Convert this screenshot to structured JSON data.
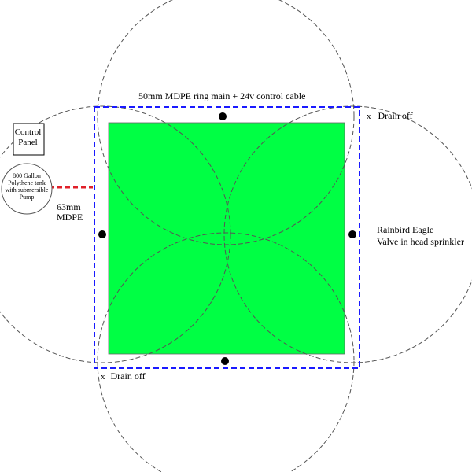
{
  "title": "50mm MDPE ring main + 24v control cable",
  "control_panel": {
    "line1": "Control",
    "line2": "Panel"
  },
  "tank": {
    "line1": "800 Gallon",
    "line2": "Polythene tank",
    "line3": "with submersible",
    "line4": "Pump"
  },
  "feed_pipe": {
    "line1": "63mm",
    "line2": "MDPE"
  },
  "drain_top": {
    "marker": "x",
    "text": "Drain off"
  },
  "drain_bottom": {
    "marker": "x",
    "text": "Drain off"
  },
  "sprinkler": {
    "line1": "Rainbird Eagle",
    "line2": "Valve in head sprinkler"
  },
  "colors": {
    "lawn": "#00ff44",
    "ring_main": "#1a1aff",
    "feed_pipe": "#e0202a",
    "coverage_arc": "#555555",
    "sprinkler": "#000000"
  }
}
